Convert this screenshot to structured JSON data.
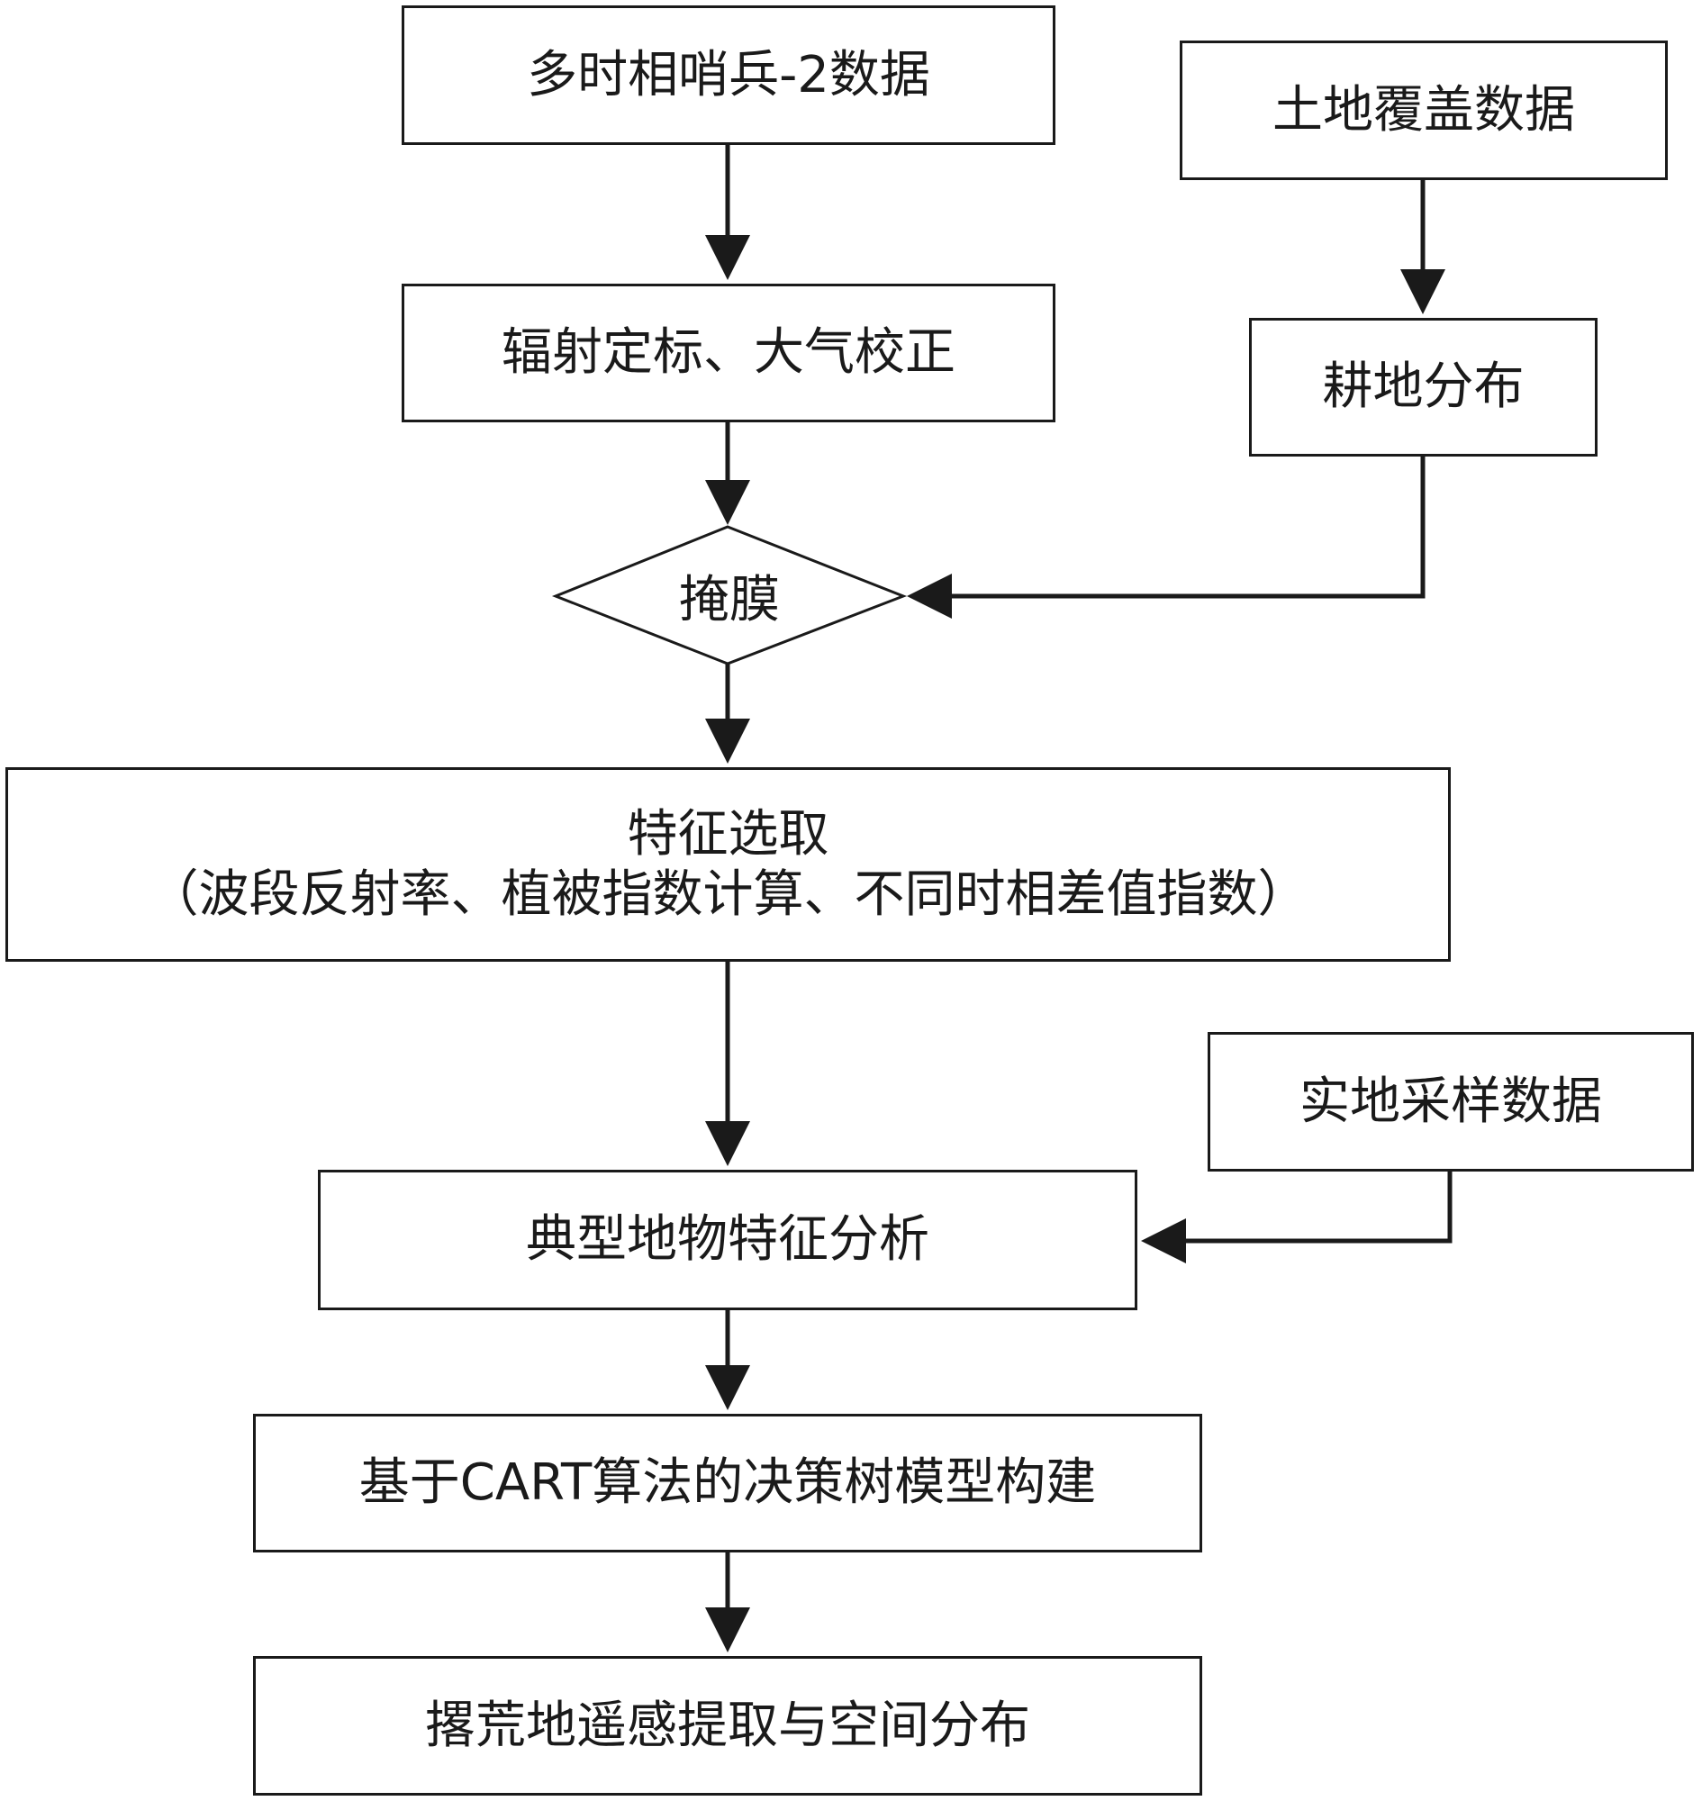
{
  "nodes": {
    "sentinel_data": "多时相哨兵-2数据",
    "land_cover_data": "土地覆盖数据",
    "radiometric_correction": "辐射定标、大气校正",
    "cropland_distribution": "耕地分布",
    "mask": "掩膜",
    "feature_selection": {
      "line1": "特征选取",
      "line2": "（波段反射率、植被指数计算、不同时相差值指数）"
    },
    "field_sampling_data": "实地采样数据",
    "typical_feature_analysis": "典型地物特征分析",
    "cart_model": "基于CART算法的决策树模型构建",
    "abandoned_land_extraction": "撂荒地遥感提取与空间分布"
  },
  "colors": {
    "stroke": "#1a1a1a",
    "background": "#ffffff"
  }
}
